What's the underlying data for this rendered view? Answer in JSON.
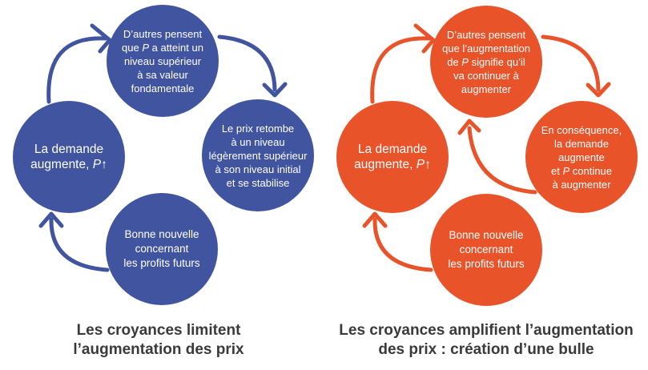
{
  "colors": {
    "blue": "#4154A0",
    "orange": "#E8532A",
    "caption_text": "#3A3A3A"
  },
  "left_diagram": {
    "circles": {
      "top": "D’autres pensent\nque P a atteint un\nniveau supérieur\nà sa valeur\nfondamentale",
      "right": "Le prix retombe\nà un niveau\nlégèrement supérieur\nà son niveau initial\net se stabilise",
      "bottom": "Bonne nouvelle\nconcernant\nles profits futurs",
      "left": "La demande\naugmente, P↑"
    },
    "caption": "Les croyances limitent\nl’augmentation des prix"
  },
  "right_diagram": {
    "circles": {
      "top": "D’autres pensent\nque l’augmentation\nde P signifie qu’il\nva continuer à\naugmenter",
      "right": "En conséquence,\nla demande\naugmente\net P continue\nà augmenter",
      "bottom": "Bonne nouvelle\nconcernant\nles profits futurs",
      "left": "La demande\naugmente, P↑"
    },
    "caption": "Les croyances amplifient l’augmentation\ndes prix : création d’une bulle"
  }
}
